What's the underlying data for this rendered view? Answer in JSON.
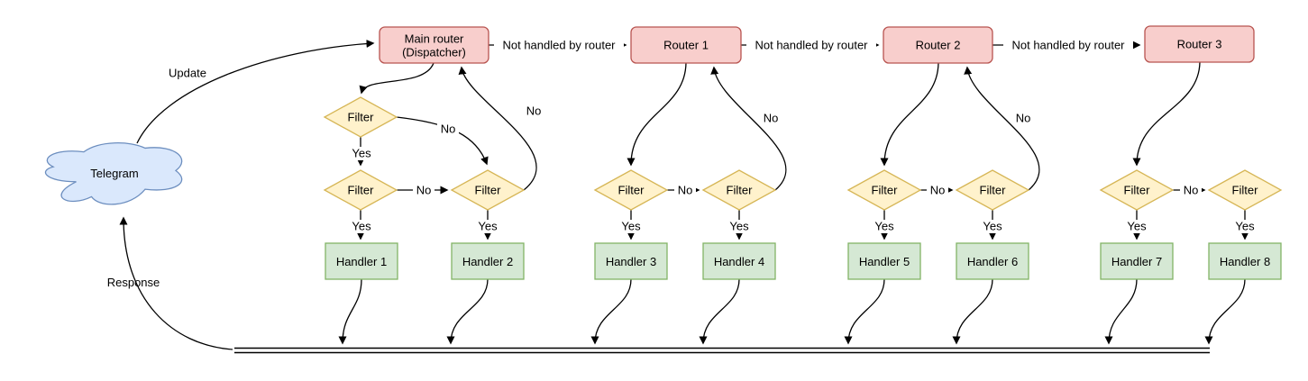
{
  "diagram": {
    "nodes": {
      "telegram": "Telegram",
      "main_router": {
        "line1": "Main router",
        "line2": "(Dispatcher)"
      },
      "routers": [
        "Router 1",
        "Router 2",
        "Router 3"
      ],
      "filter_label": "Filter",
      "handlers": [
        "Handler 1",
        "Handler 2",
        "Handler 3",
        "Handler 4",
        "Handler 5",
        "Handler 6",
        "Handler 7",
        "Handler 8"
      ]
    },
    "labels": {
      "update": "Update",
      "response": "Response",
      "not_handled": "Not handled by router",
      "yes": "Yes",
      "no": "No"
    },
    "colors": {
      "router_fill": "#f8cecc",
      "router_stroke": "#b85450",
      "filter_fill": "#fff2cc",
      "filter_stroke": "#d6b656",
      "handler_fill": "#d5e8d4",
      "handler_stroke": "#82b366",
      "cloud_fill": "#dae8fc",
      "cloud_stroke": "#6c8ebf",
      "line": "#000000"
    }
  }
}
